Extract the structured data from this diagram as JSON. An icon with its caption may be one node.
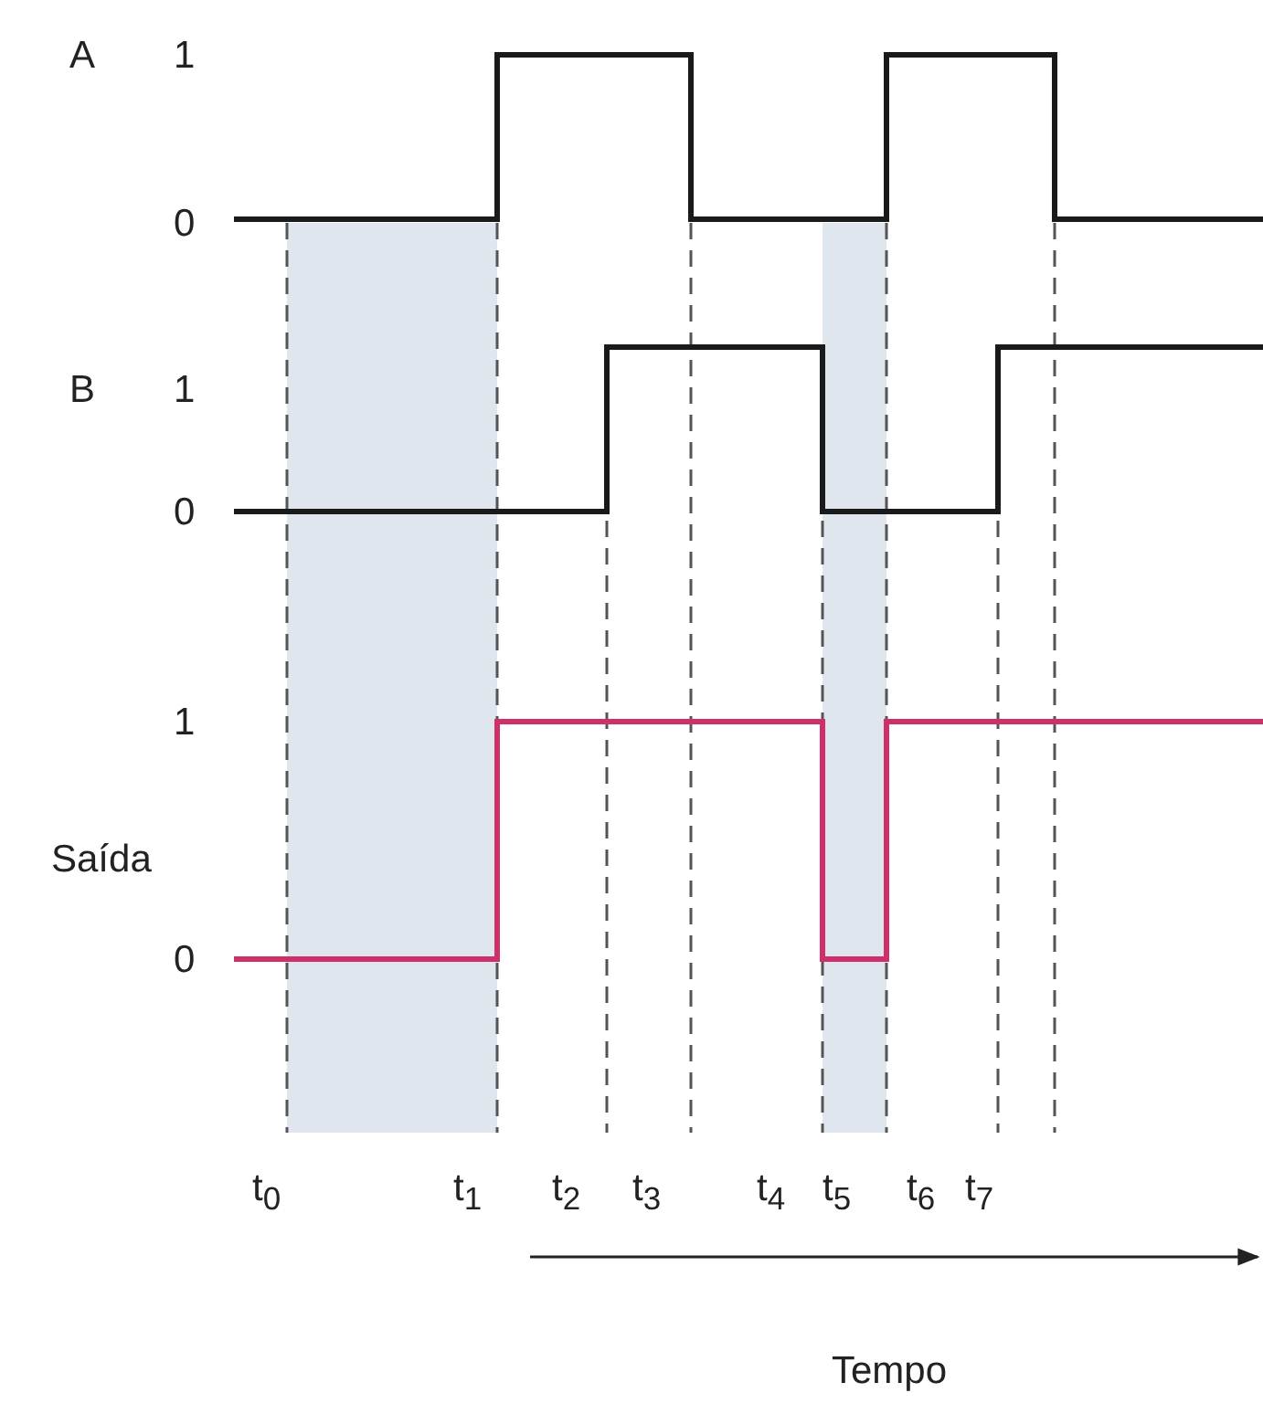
{
  "diagram": {
    "labels": [
      "A",
      "1",
      "0",
      "B",
      "1",
      "0",
      "1",
      "Saída",
      "0",
      "t$_{0}$",
      "t$_{1}$",
      "t$_{2}$",
      "t$_{3}$",
      "t$_{4}$",
      "t$_{5}$",
      "t$_{6}$",
      "t$_{7}$",
      "Tempo"
    ]
  }
}
